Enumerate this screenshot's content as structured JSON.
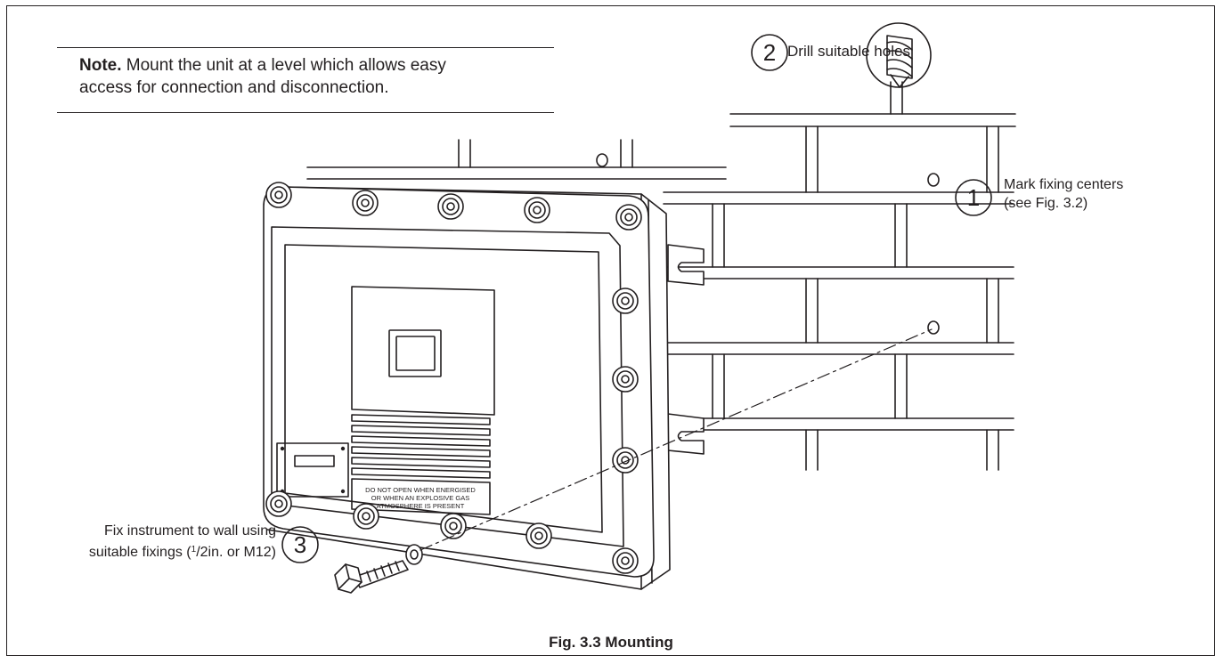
{
  "note": {
    "lead": "Note.",
    "line1": "Mount the unit at a level which allows easy",
    "line2": "access for connection and disconnection."
  },
  "steps": [
    {
      "number": "1",
      "label_line1": "Mark fixing centers",
      "label_line2": "(see Fig. 3.2)"
    },
    {
      "number": "2",
      "label_line1": "Drill suitable holes"
    },
    {
      "number": "3",
      "label_line1": "Fix instrument to wall using",
      "label_line2_pre": "suitable fixings (",
      "label_line2_sup": "1",
      "label_line2_post": "/2in. or M12)"
    }
  ],
  "warning_plate": {
    "line1": "DO NOT OPEN WHEN ENERGISED",
    "line2": "OR WHEN AN EXPLOSIVE GAS",
    "line3": "ATMOSPHERE IS PRESENT"
  },
  "caption": "Fig. 3.3 Mounting",
  "colors": {
    "ink": "#231f20",
    "paper": "#ffffff"
  }
}
